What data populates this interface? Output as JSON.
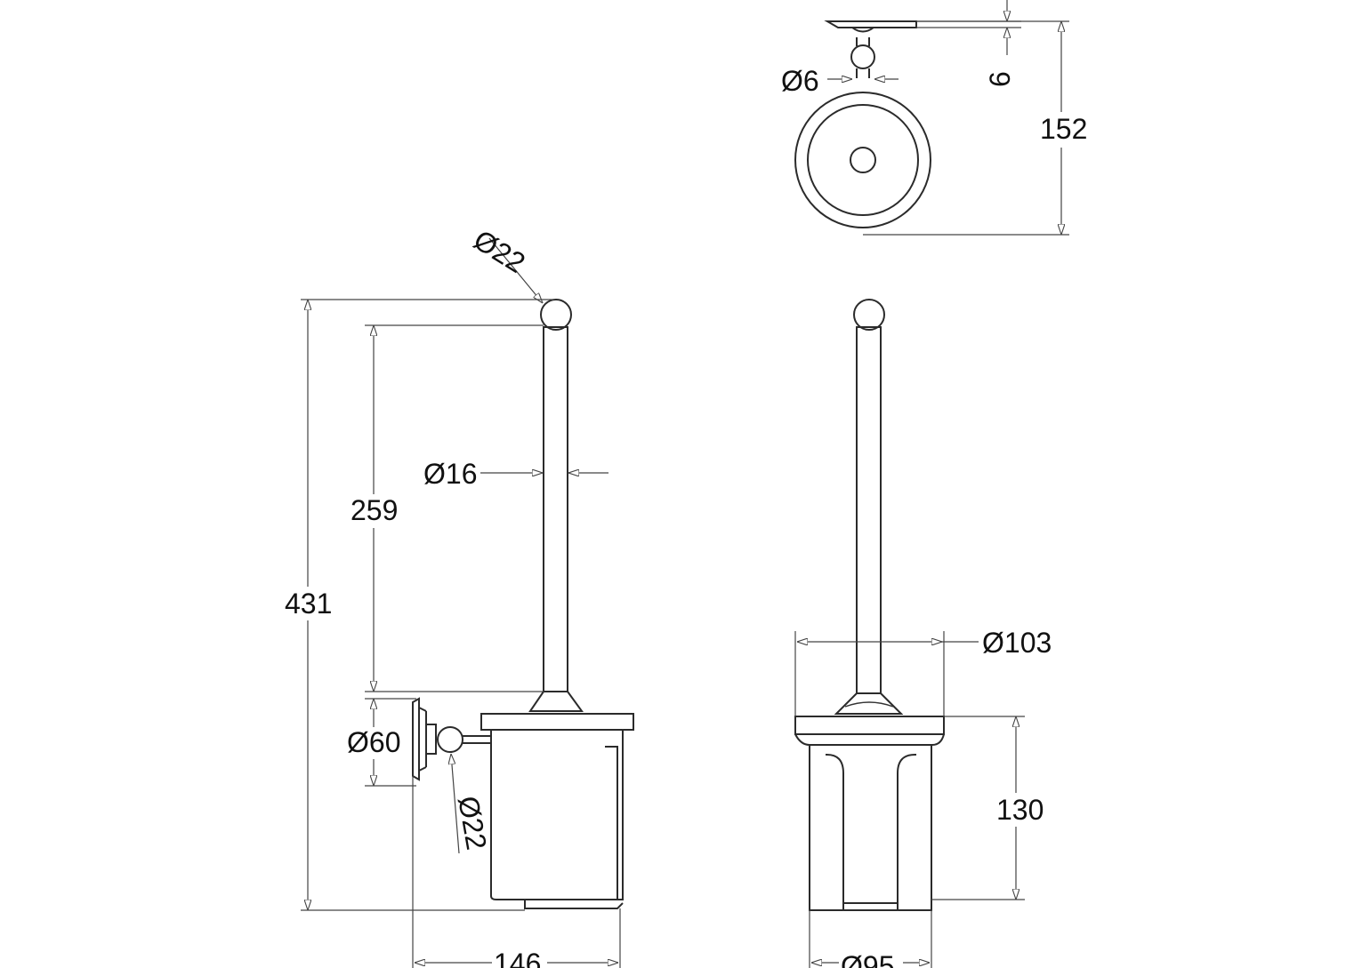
{
  "dimensions": {
    "dia_6": "Ø6",
    "depth_6": "6",
    "depth_152": "152",
    "ball_dia_22_top": "Ø22",
    "height_431": "431",
    "handle_259": "259",
    "rod_dia_16": "Ø16",
    "rose_dia_60": "Ø60",
    "ball_dia_22_side": "Ø22",
    "width_146": "146",
    "cup_dia_103": "Ø103",
    "cup_height_130": "130",
    "base_dia_95": "Ø95"
  }
}
